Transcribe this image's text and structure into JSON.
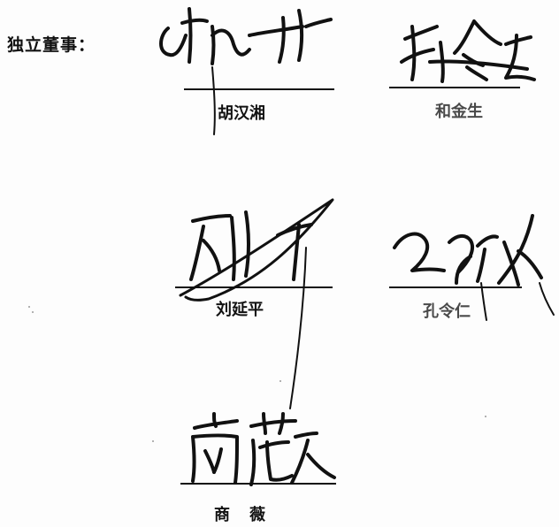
{
  "document": {
    "heading": "独立董事：",
    "signatories": [
      {
        "name": "胡汉湘"
      },
      {
        "name": "和金生"
      },
      {
        "name": "刘延平"
      },
      {
        "name": "孔令仁"
      },
      {
        "name": "商　薇"
      }
    ]
  },
  "colors": {
    "ink": "#111111",
    "paper": "#fdfdfd"
  }
}
